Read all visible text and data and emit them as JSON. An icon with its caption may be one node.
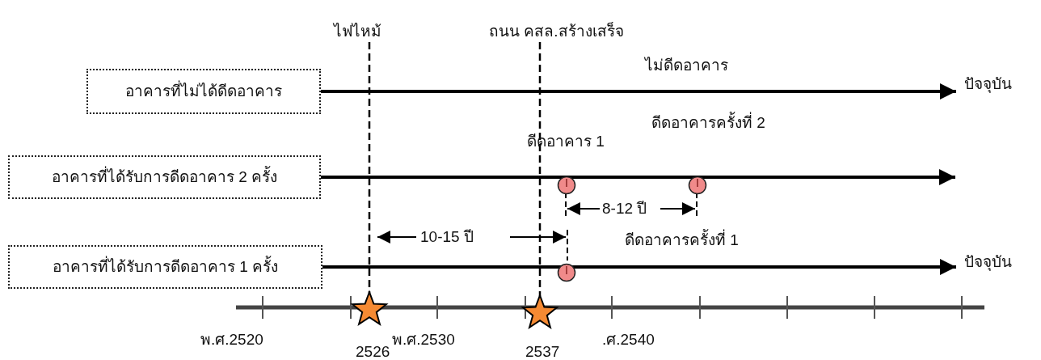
{
  "diagram": {
    "nodes": [
      {
        "text": [
          "อาคารที่ไม่ได้ดีดอาคาร"
        ]
      },
      {
        "text": [
          "อาคารที่ได้รับการดีดอาคาร 2 ครั้ง"
        ]
      },
      {
        "text": [
          "อาคารที่ได้รับการดีดอาคาร 1 ครั้ง"
        ]
      },
      {
        "text": [
          "ไฟไหม้"
        ]
      },
      {
        "text": [
          "ถนน คสล.สร้างเสร็จ"
        ]
      },
      {
        "text": [],
        "shape": "star",
        "beside": [
          "2526"
        ]
      },
      {
        "text": [],
        "shape": "star",
        "beside": [
          "2537"
        ]
      },
      {
        "text": [],
        "shape": "circle",
        "beside": [
          "ดีดอาคาร 1"
        ]
      },
      {
        "text": [],
        "shape": "circle",
        "beside": [
          "ดีดอาคารครั้งที่ 2"
        ]
      },
      {
        "text": [],
        "shape": "circle",
        "beside": [
          "ดีดอาคารครั้งที่ 1"
        ]
      },
      {
        "text": [
          "ปัจจุบัน"
        ]
      },
      {
        "text": [
          "ปัจจุบัน"
        ]
      }
    ],
    "edges": [
      {
        "from": 0,
        "to": 10,
        "arrow": "to"
      },
      {
        "from": 1,
        "to": null,
        "arrow": "to"
      },
      {
        "from": 2,
        "to": 11,
        "arrow": "to"
      },
      {
        "from": 3,
        "to": 5,
        "arrow": "none",
        "style": "dashed"
      },
      {
        "from": 4,
        "to": 6,
        "arrow": "none",
        "style": "dashed"
      }
    ],
    "labels": [
      "ไม่ดีดอาคาร",
      "8-12 ปี",
      "10-15 ปี",
      "พ.ศ.2520",
      "พ.ศ.2530",
      ".ศ.2540"
    ]
  }
}
